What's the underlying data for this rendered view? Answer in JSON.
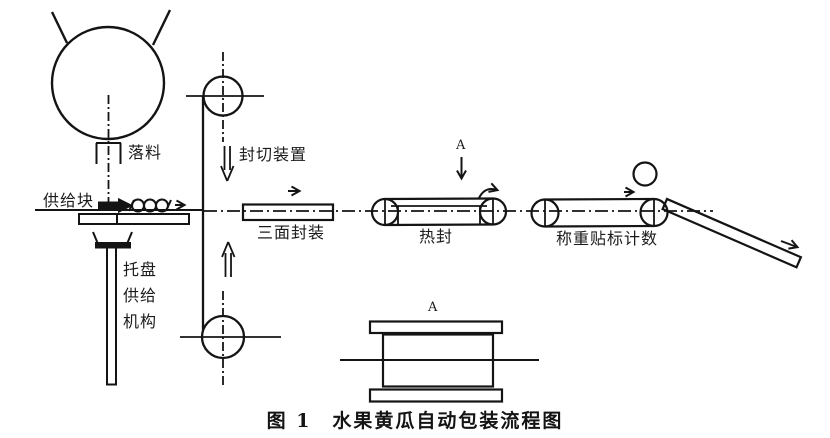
{
  "figure": {
    "caption": "图 1　水果黄瓜自动包装流程图",
    "labels": {
      "drop_feed": "落料",
      "supply_block": "供给块",
      "seal_cut_device": "封切装置",
      "three_side_seal": "三面封装",
      "heat_seal": "热封",
      "weigh_label_count": "称重贴标计数",
      "tray_feeder": "托盘\n供给\n机构",
      "section_mark": "A",
      "section_detail_mark": "A"
    },
    "colors": {
      "ink": "#141414",
      "paper": "#ffffff"
    }
  }
}
